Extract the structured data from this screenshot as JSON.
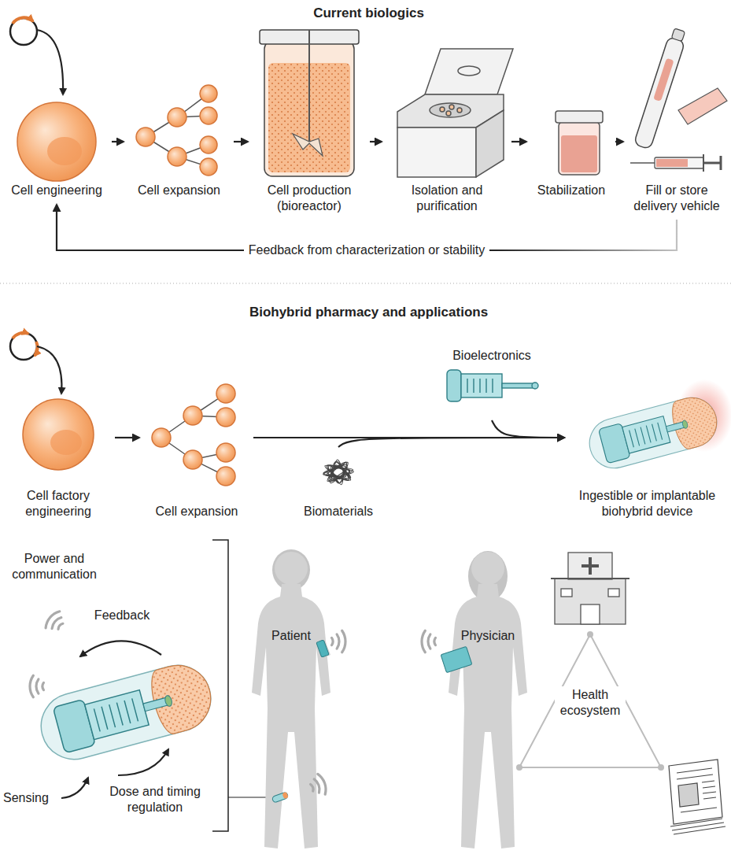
{
  "diagram": {
    "nodes": [
      {
        "text": [
          "Cell engineering"
        ]
      },
      {
        "text": [
          "Cell expansion"
        ]
      },
      {
        "text": [
          "Cell production (bioreactor)"
        ]
      },
      {
        "text": [
          "Isolation and purification"
        ]
      },
      {
        "text": [
          "Stabilization"
        ]
      },
      {
        "text": [
          "Fill or store delivery vehicle"
        ]
      },
      {
        "text": [
          "Cell factory engineering"
        ]
      },
      {
        "text": [
          "Cell expansion"
        ]
      },
      {
        "text": [
          "Biomaterials"
        ]
      },
      {
        "text": [
          "Bioelectronics"
        ]
      },
      {
        "text": [
          "Ingestible or implantable biohybrid device"
        ]
      },
      {
        "text": [
          "Patient"
        ]
      },
      {
        "text": [
          "Physician"
        ]
      },
      {
        "text": [
          "Health ecosystem"
        ]
      }
    ],
    "edges": [
      {
        "from": 0,
        "to": 1,
        "arrow": "to"
      },
      {
        "from": 1,
        "to": 2,
        "arrow": "to"
      },
      {
        "from": 2,
        "to": 3,
        "arrow": "to"
      },
      {
        "from": 3,
        "to": 4,
        "arrow": "to"
      },
      {
        "from": 4,
        "to": 5,
        "arrow": "to"
      },
      {
        "from": 5,
        "to": 0,
        "label": "Feedback from characterization or stability",
        "arrow": "to"
      },
      {
        "from": 6,
        "to": 7,
        "arrow": "to"
      },
      {
        "from": 7,
        "to": 10,
        "arrow": "to"
      },
      {
        "from": 8,
        "to": 10,
        "arrow": "to"
      },
      {
        "from": 9,
        "to": 10,
        "arrow": "to"
      }
    ],
    "labels": [
      "Current biologics",
      "Biohybrid pharmacy and applications",
      "Power and communication",
      "Feedback",
      "Sensing",
      "Dose and timing regulation"
    ]
  }
}
